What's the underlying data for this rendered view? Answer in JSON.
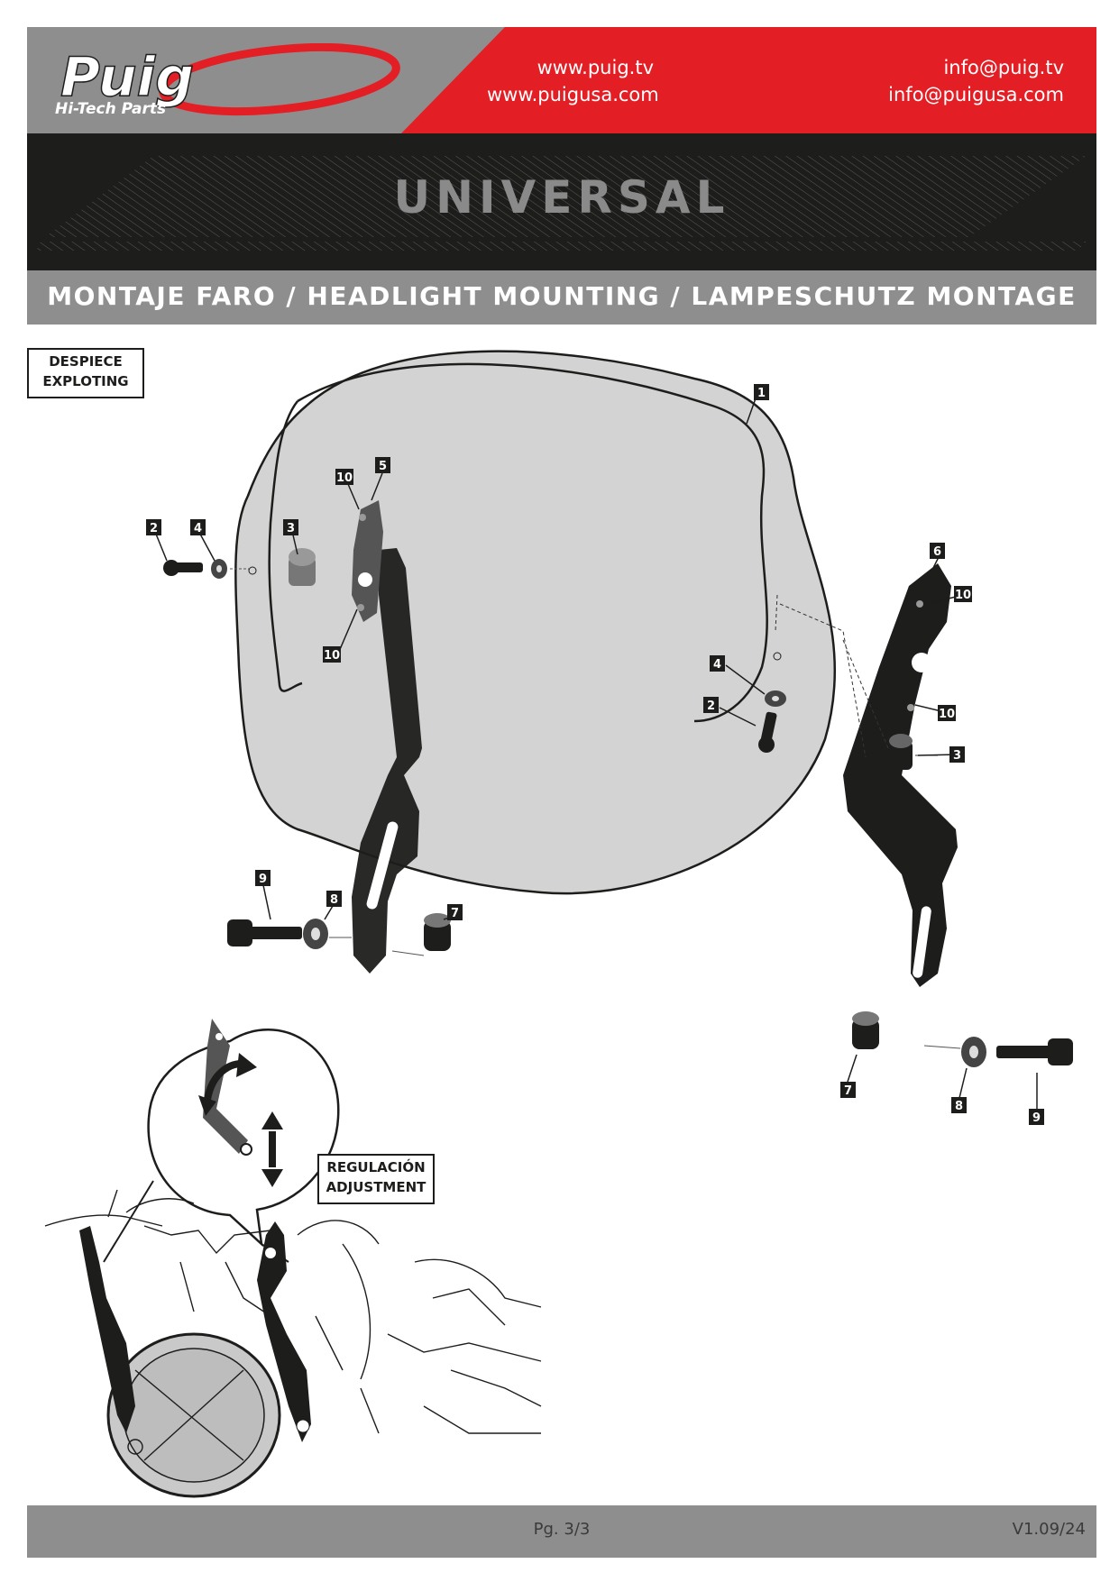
{
  "brand": {
    "name": "Puig",
    "tagline": "Hi-Tech Parts"
  },
  "contacts": {
    "web": [
      "www.puig.tv",
      "www.puigusa.com"
    ],
    "email": [
      "info@puig.tv",
      "info@puigusa.com"
    ]
  },
  "title": "UNIVERSAL",
  "section_title": "MONTAJE FARO / HEADLIGHT MOUNTING / LAMPESCHUTZ MONTAGE",
  "labels": {
    "exploded_es": "DESPIECE",
    "exploded_de": "EXPLOTING",
    "adjust_es": "REGULACIÓN",
    "adjust_en": "ADJUSTMENT"
  },
  "part_tags": [
    "1",
    "2",
    "3",
    "4",
    "5",
    "6",
    "7",
    "8",
    "9",
    "10"
  ],
  "footer": {
    "page": "Pg. 3/3",
    "version": "V1.09/24"
  },
  "colors": {
    "brand_red": "#e31e24",
    "gray": "#8e8e8e",
    "dark": "#1d1d1b"
  }
}
